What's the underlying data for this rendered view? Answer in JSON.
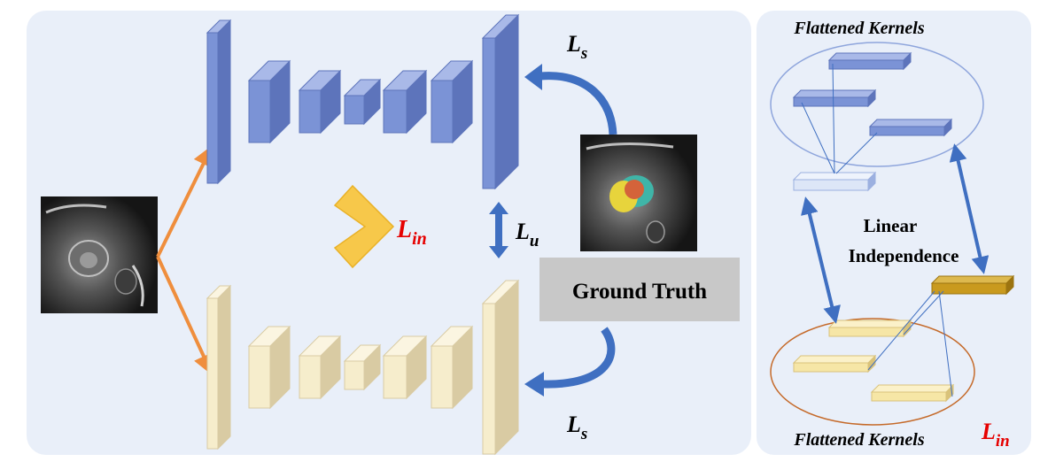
{
  "colors": {
    "panel_bg": "#e9eff9",
    "blue_face": "#7b93d6",
    "blue_dark": "#5d74bb",
    "blue_top": "#a9b9e8",
    "cream_face": "#f6edcc",
    "cream_dark": "#d9cba3",
    "cream_top": "#fbf5e1",
    "orange_arrow": "#ef8e3d",
    "yellow_arrow": "#f7c84a",
    "blue_arrow": "#3f6fc1",
    "red_text": "#e60000",
    "gt_box": "#c8c8c8",
    "gold_kernel": "#c99a1e"
  },
  "losses": {
    "ls_top": {
      "main": "L",
      "sub": "s"
    },
    "ls_bottom": {
      "main": "L",
      "sub": "s"
    },
    "lu": {
      "main": "L",
      "sub": "u"
    },
    "lin_center": {
      "main": "L",
      "sub": "in"
    },
    "lin_right": {
      "main": "L",
      "sub": "in"
    }
  },
  "ground_truth": {
    "label": "Ground Truth"
  },
  "right_panel": {
    "title_top": "Flattened Kernels",
    "title_bottom": "Flattened Kernels",
    "center_line1": "Linear",
    "center_line2": "Independence"
  },
  "icons": {
    "mri_input": "mri-slice-image",
    "mri_ground_truth": "segmented-mri-image"
  }
}
